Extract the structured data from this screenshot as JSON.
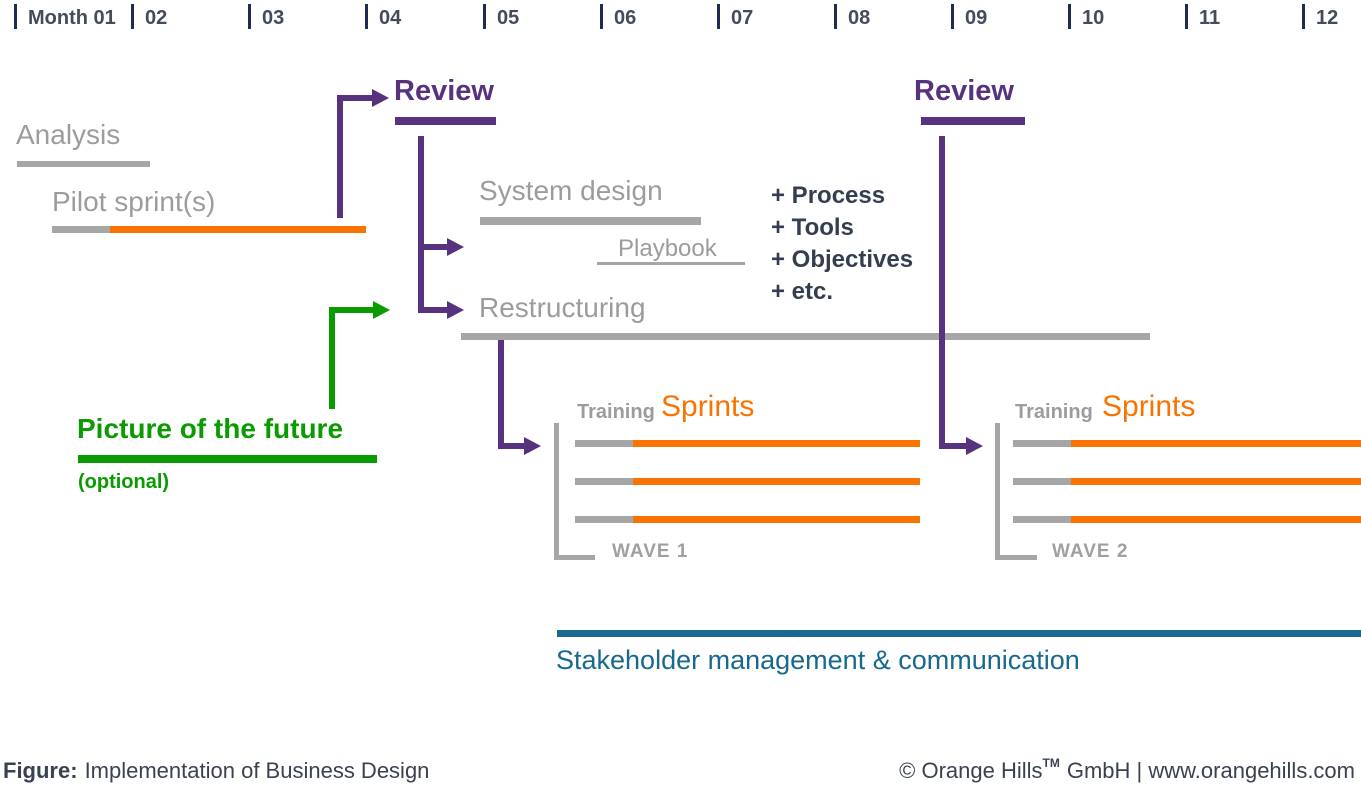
{
  "colors": {
    "purple": "#57327f",
    "orange": "#f97300",
    "green": "#0a9b00",
    "teal": "#17698e",
    "gray_text": "#9c9c9c",
    "gray_bar": "#a6a6a6",
    "navy_text": "#3a4252",
    "tick": "#1f2b50"
  },
  "timeline": {
    "months": [
      "Month 01",
      "02",
      "03",
      "04",
      "05",
      "06",
      "07",
      "08",
      "09",
      "10",
      "11",
      "12"
    ]
  },
  "phases": {
    "analysis": "Analysis",
    "pilot": "Pilot sprint(s)",
    "review_1": "Review",
    "review_2": "Review",
    "system_design": "System design",
    "playbook": "Playbook",
    "deliverables": [
      "+ Process",
      "+ Tools",
      "+ Objectives",
      "+ etc."
    ],
    "restructuring": "Restructuring",
    "picture_of_future": "Picture of the future",
    "picture_note": "(optional)",
    "stakeholder": "Stakeholder management & communication"
  },
  "waves": {
    "wave1": {
      "training": "Training",
      "sprints": "Sprints",
      "label": "WAVE 1"
    },
    "wave2": {
      "training": "Training",
      "sprints": "Sprints",
      "label": "WAVE 2"
    }
  },
  "footer": {
    "figure_prefix": "Figure:",
    "figure_title": "Implementation of Business Design",
    "credit_pre": "© Orange Hills",
    "credit_tm": "TM",
    "credit_post": "GmbH | www.orangehills.com"
  }
}
